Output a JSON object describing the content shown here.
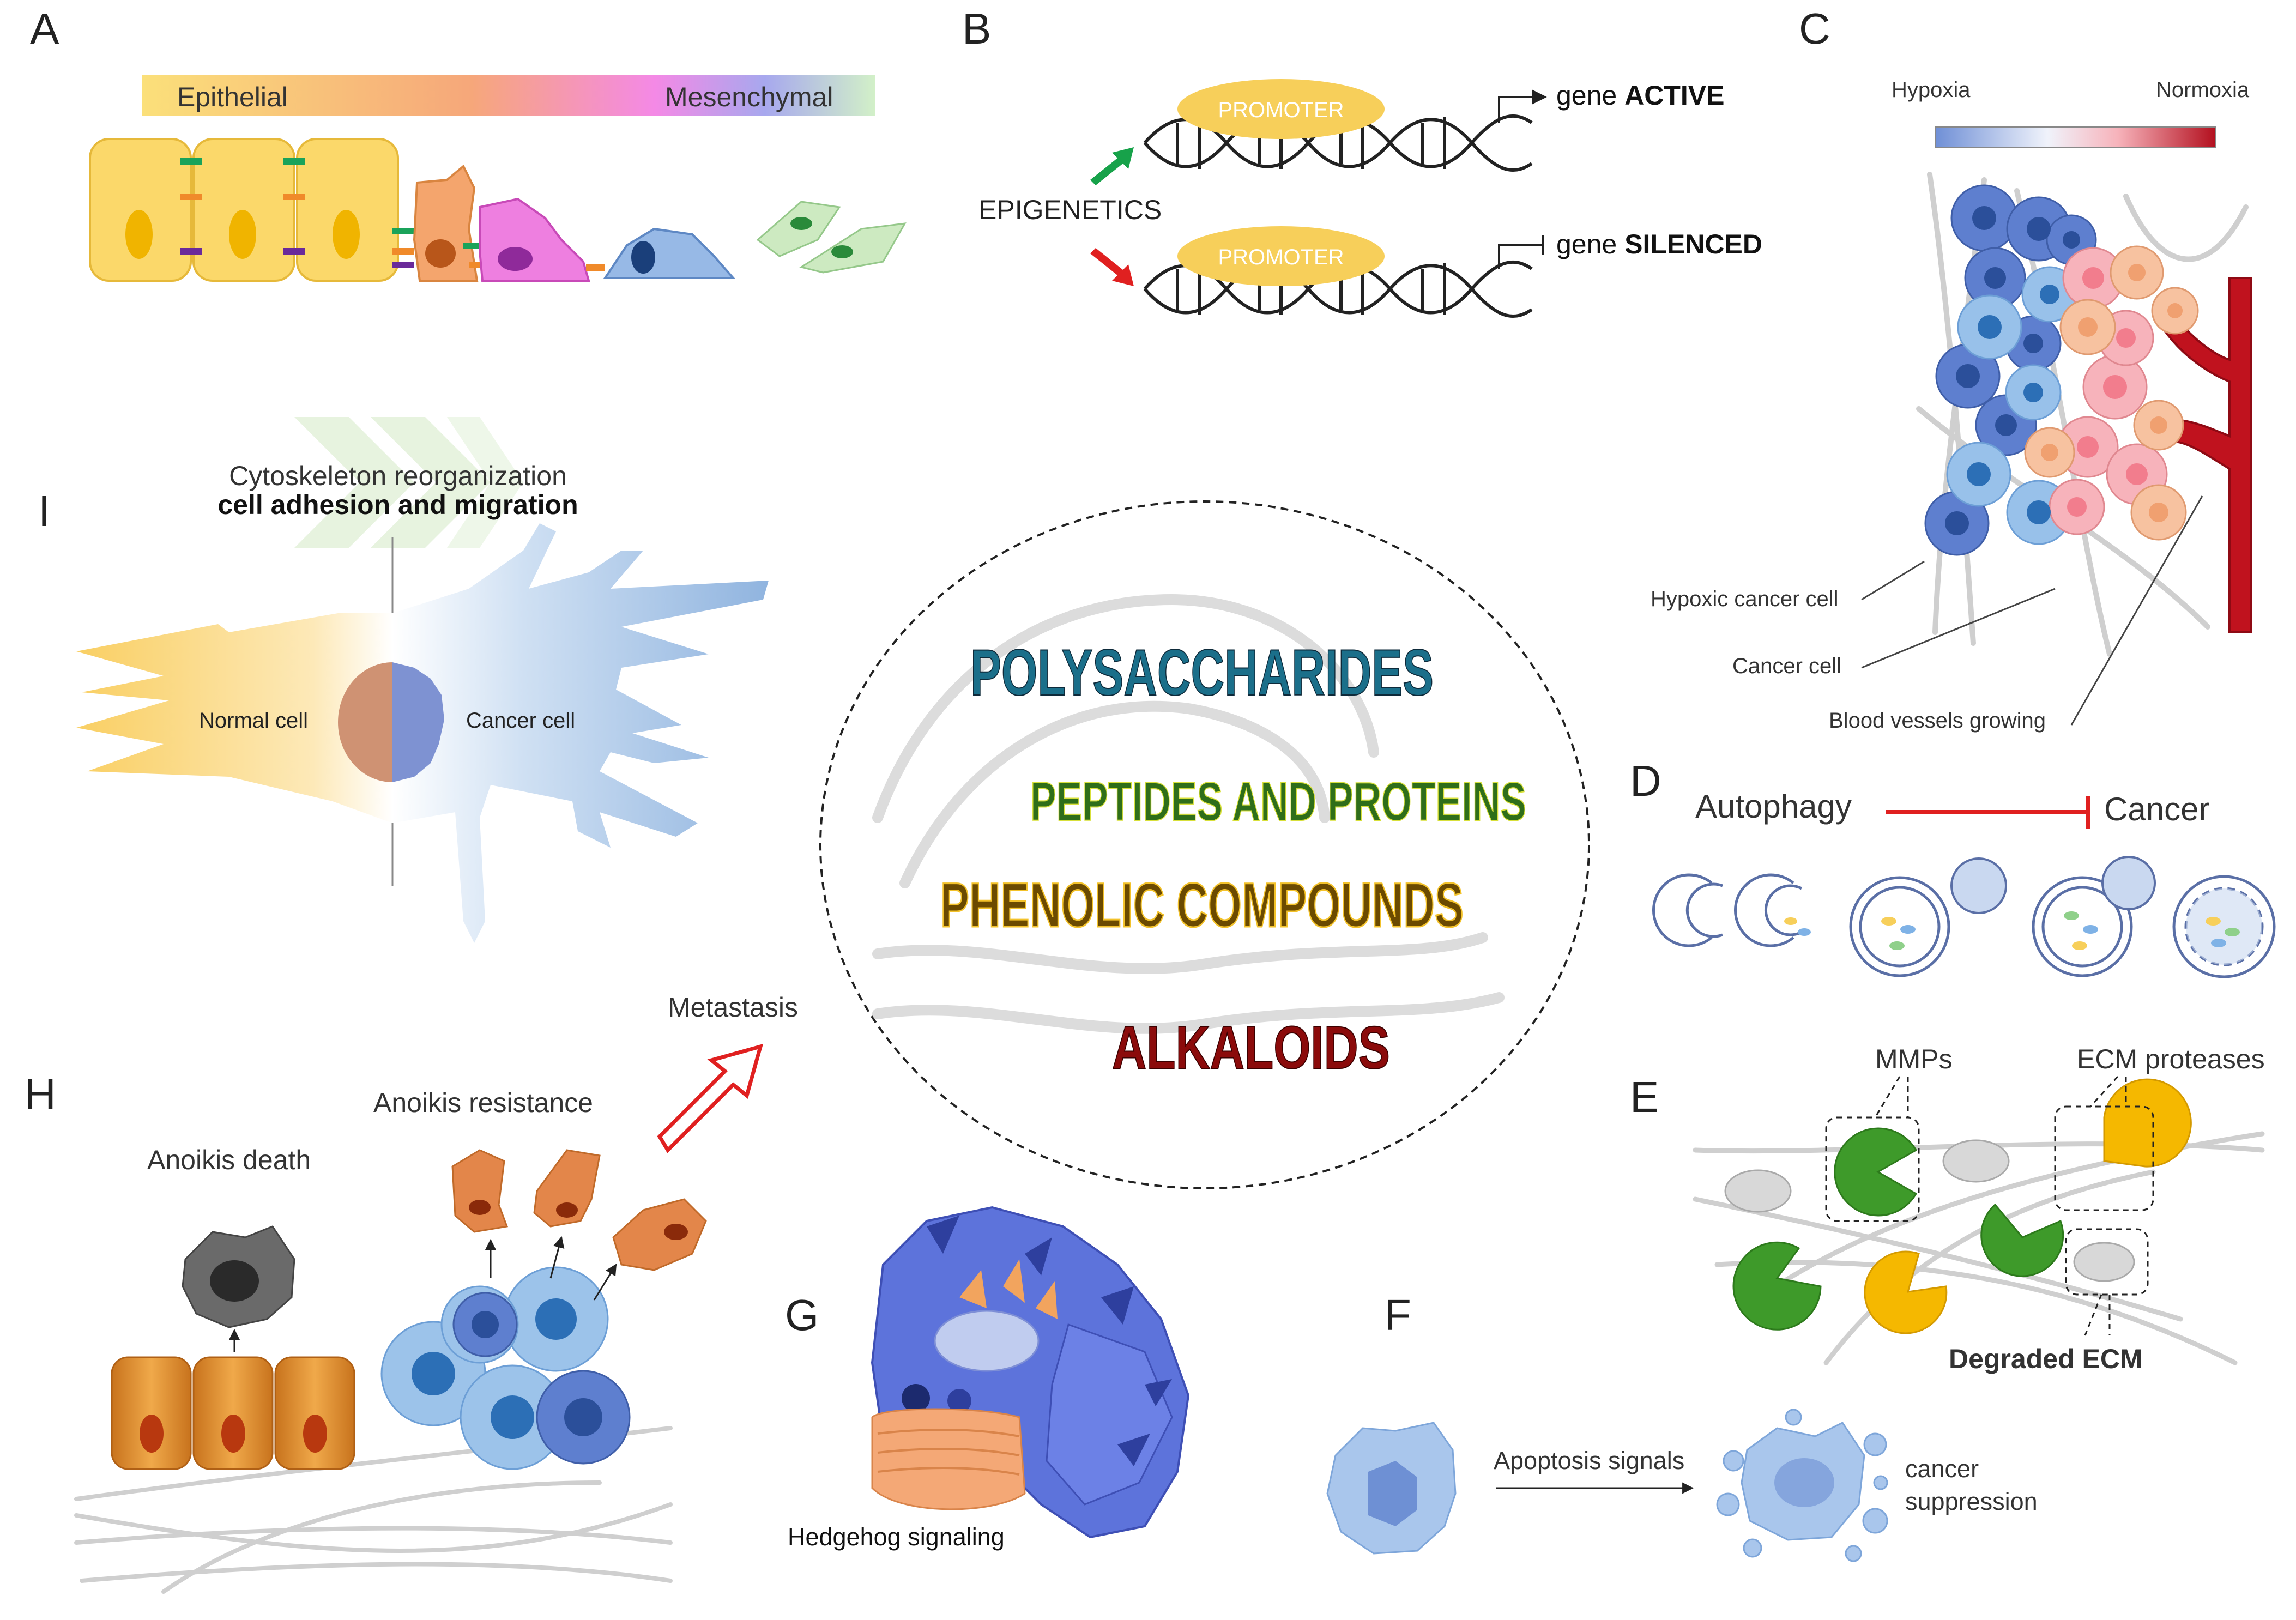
{
  "panels": {
    "A": {
      "letter": "A",
      "gradient_left": "Epithelial",
      "gradient_right": "Mesenchymal"
    },
    "B": {
      "letter": "B",
      "promoter": "PROMOTER",
      "epigenetics": "EPIGENETICS",
      "gene_prefix": "gene ",
      "active": "ACTIVE",
      "silenced": "SILENCED"
    },
    "C": {
      "letter": "C",
      "hypoxia": "Hypoxia",
      "normoxia": "Normoxia",
      "hypoxic_cell": "Hypoxic cancer cell",
      "cancer_cell": "Cancer cell",
      "vessels": "Blood vessels growing"
    },
    "D": {
      "letter": "D",
      "autophagy": "Autophagy",
      "cancer": "Cancer"
    },
    "E": {
      "letter": "E",
      "mmps": "MMPs",
      "ecm_proteases": "ECM proteases",
      "degraded": "Degraded ECM"
    },
    "F": {
      "letter": "F",
      "apoptosis": "Apoptosis signals",
      "suppression_1": "cancer",
      "suppression_2": "suppression"
    },
    "G": {
      "letter": "G",
      "hedgehog": "Hedgehog signaling"
    },
    "H": {
      "letter": "H",
      "anoikis_death": "Anoikis death",
      "anoikis_resistance": "Anoikis resistance",
      "metastasis": "Metastasis"
    },
    "I": {
      "letter": "I",
      "title_1": "Cytoskeleton reorganization",
      "title_2": "cell adhesion and migration",
      "normal": "Normal cell",
      "cancer": "Cancer cell"
    }
  },
  "center": {
    "words": [
      "POLYSACCHARIDES",
      "PEPTIDES AND PROTEINS",
      "PHENOLIC COMPOUNDS",
      "ALKALOIDS"
    ]
  },
  "colors": {
    "polysaccharides": "#1b6f8a",
    "peptides": "#2f6e1a",
    "phenolic": "#6b4a00",
    "alkaloids": "#8b0b0b",
    "promoter": "#f7cf5a",
    "inhibit": "#e02020"
  }
}
